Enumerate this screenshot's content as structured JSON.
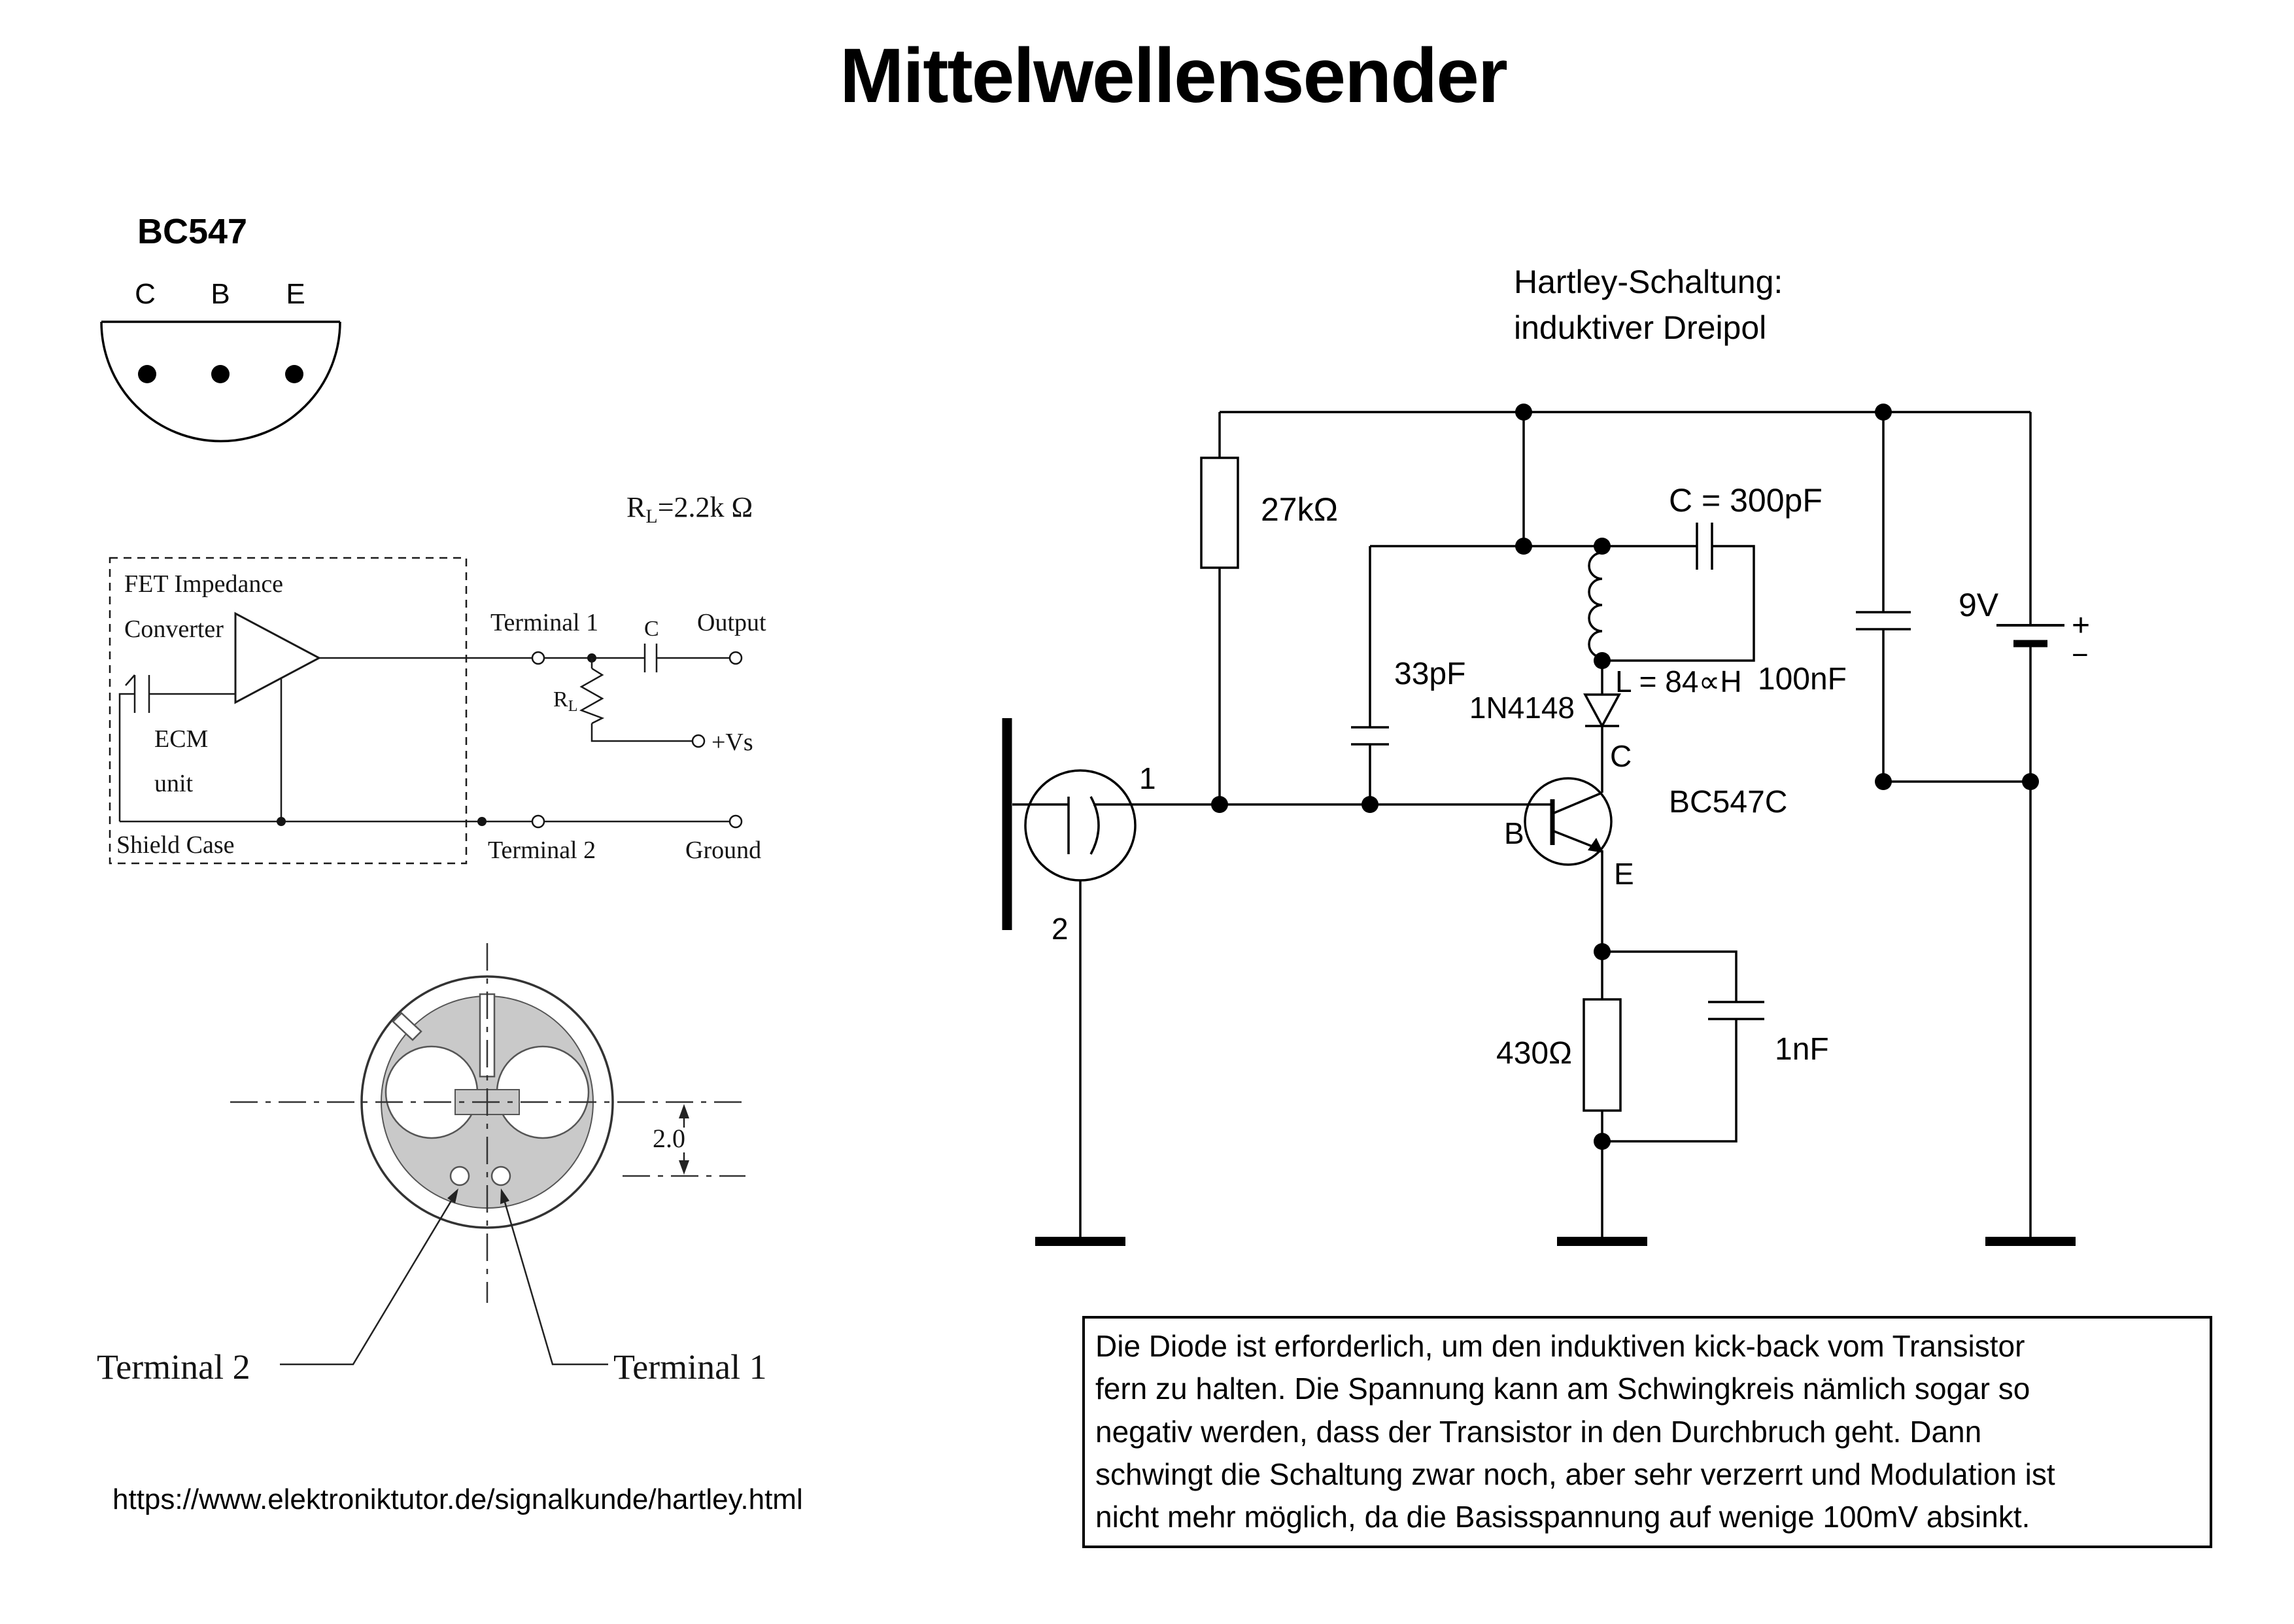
{
  "page": {
    "title": "Mittelwellensender",
    "source_url": "https://www.elektroniktutor.de/signalkunde/hartley.html"
  },
  "pinout": {
    "part": "BC547",
    "pin_c": "C",
    "pin_b": "B",
    "pin_e": "E"
  },
  "ecm": {
    "rl_r": "R",
    "rl_sub": "L",
    "rl_rest": "=2.2k Ω",
    "fet_line1": "FET Impedance",
    "fet_line2": "Converter",
    "ecm_line1": "ECM",
    "ecm_line2": "unit",
    "shield": "Shield Case",
    "terminal1": "Terminal 1",
    "terminal2": "Terminal 2",
    "cap_label": "C",
    "output": "Output",
    "res_r": "R",
    "res_sub": "L",
    "vs": "+Vs",
    "ground": "Ground"
  },
  "capsule": {
    "label_left": "Terminal 2",
    "label_right": "Terminal 1",
    "dimension": "2.0"
  },
  "hartley": {
    "heading_line1": "Hartley-Schaltung:",
    "heading_line2": "induktiver Dreipol",
    "r_base": "27kΩ",
    "c_tank": "C = 300pF",
    "c_base": "33pF",
    "inductor": "L = 84∝H",
    "diode": "1N4148",
    "transistor": "BC547C",
    "pin_b": "B",
    "pin_c": "C",
    "pin_e": "E",
    "c_decouple": "100nF",
    "battery_v": "9V",
    "battery_plus": "+",
    "battery_minus": "−",
    "r_emitter": "430Ω",
    "c_emitter": "1nF",
    "mic_pin_top": "1",
    "mic_pin_bottom": "2"
  },
  "note": {
    "lines": [
      "Die Diode ist erforderlich, um den induktiven kick-back vom Transistor",
      "fern zu halten. Die Spannung kann am Schwingkreis nämlich sogar so",
      "negativ werden, dass der Transistor in den Durchbruch geht. Dann",
      "schwingt die Schaltung zwar noch, aber sehr verzerrt und Modulation ist",
      "nicht mehr möglich, da die Basisspannung auf wenige 100mV absinkt."
    ]
  }
}
